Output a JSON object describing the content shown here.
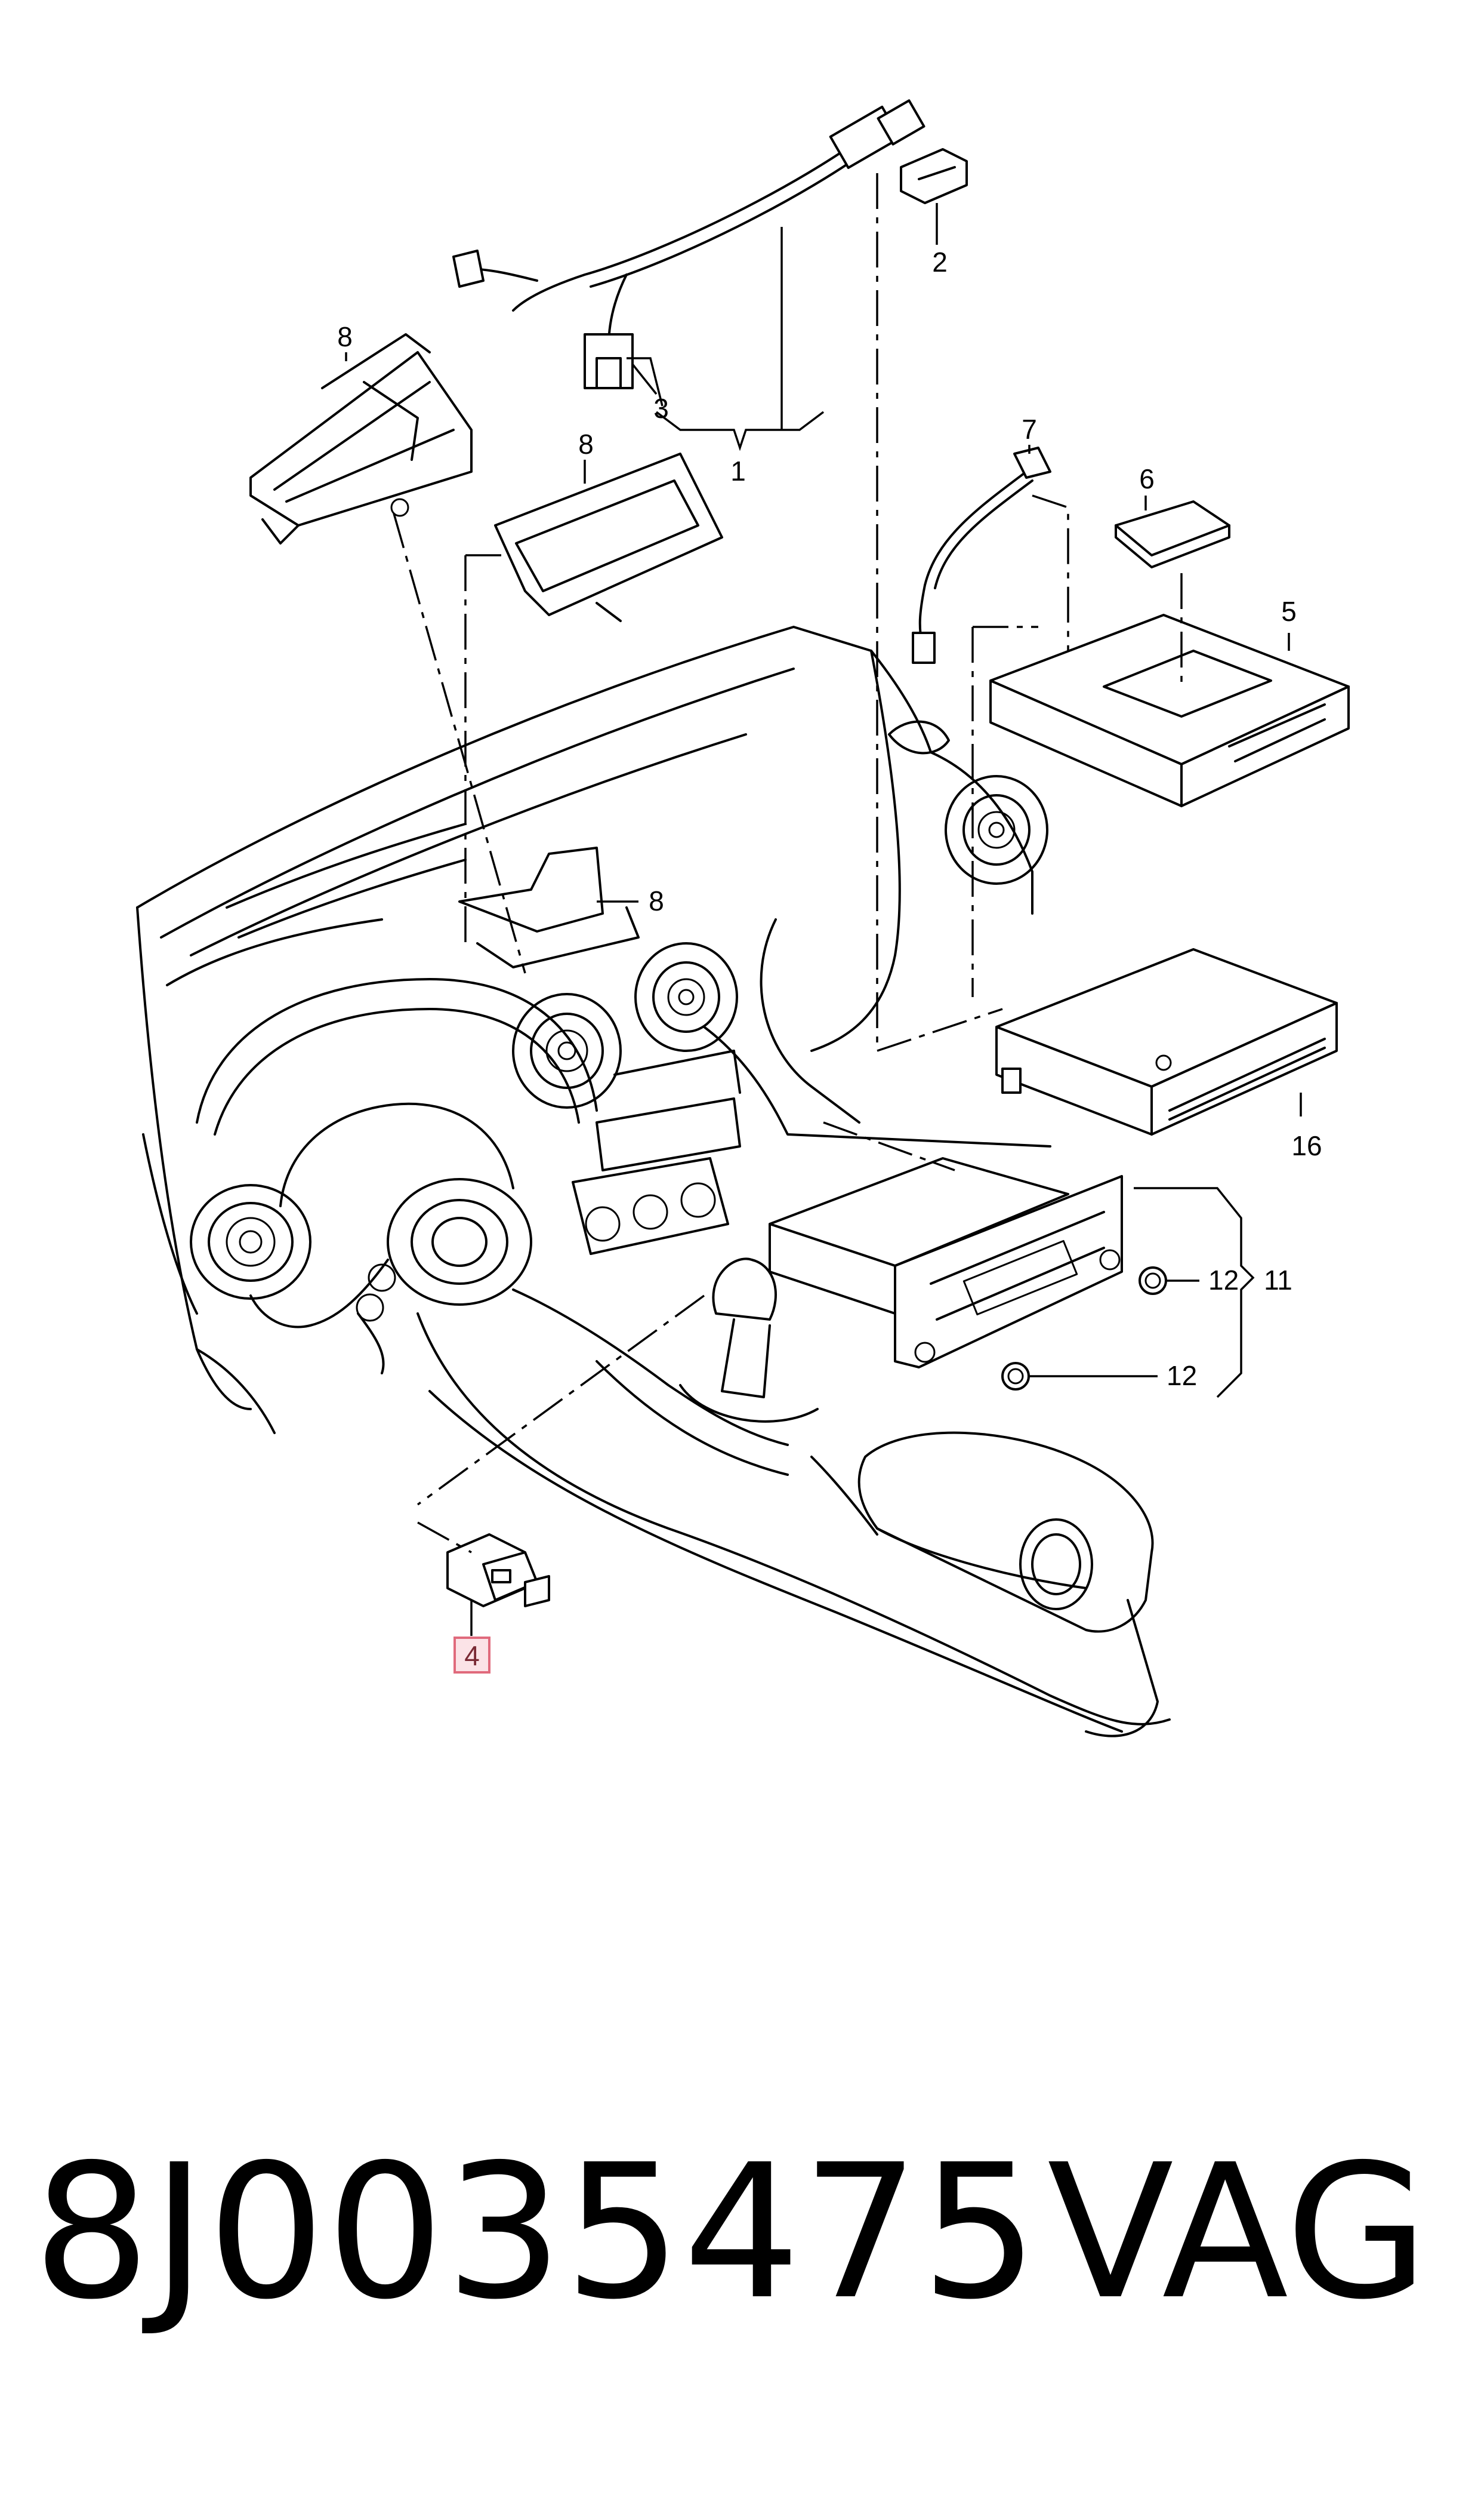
{
  "diagram": {
    "callouts": [
      {
        "id": "c1",
        "label": "1"
      },
      {
        "id": "c2",
        "label": "2"
      },
      {
        "id": "c3",
        "label": "3"
      },
      {
        "id": "c4",
        "label": "4",
        "highlighted": true
      },
      {
        "id": "c5",
        "label": "5"
      },
      {
        "id": "c6",
        "label": "6"
      },
      {
        "id": "c7",
        "label": "7"
      },
      {
        "id": "c8a",
        "label": "8"
      },
      {
        "id": "c8b",
        "label": "8"
      },
      {
        "id": "c8c",
        "label": "8"
      },
      {
        "id": "c11",
        "label": "11"
      },
      {
        "id": "c12a",
        "label": "12"
      },
      {
        "id": "c12b",
        "label": "12"
      },
      {
        "id": "c16",
        "label": "16"
      }
    ],
    "highlight_color": "#fbe3e7",
    "highlight_border_color": "#e06a7c"
  },
  "footer": {
    "part_number": "8J0035475",
    "brand": "VAG"
  }
}
